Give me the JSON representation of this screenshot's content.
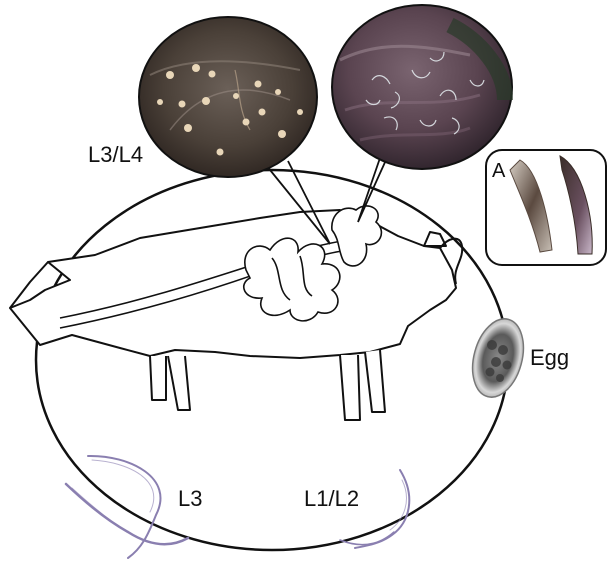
{
  "labels": {
    "stage_l3_l4": "L3/L4",
    "inset": "A",
    "egg": "Egg",
    "stage_l3": "L3",
    "stage_l1_l2": "L1/L2"
  },
  "colors": {
    "outline": "#111111",
    "photo_left": "#4a4038",
    "photo_right": "#5a4450",
    "larva": "#8a7fb0",
    "egg_shell": "#c9c9c9"
  }
}
